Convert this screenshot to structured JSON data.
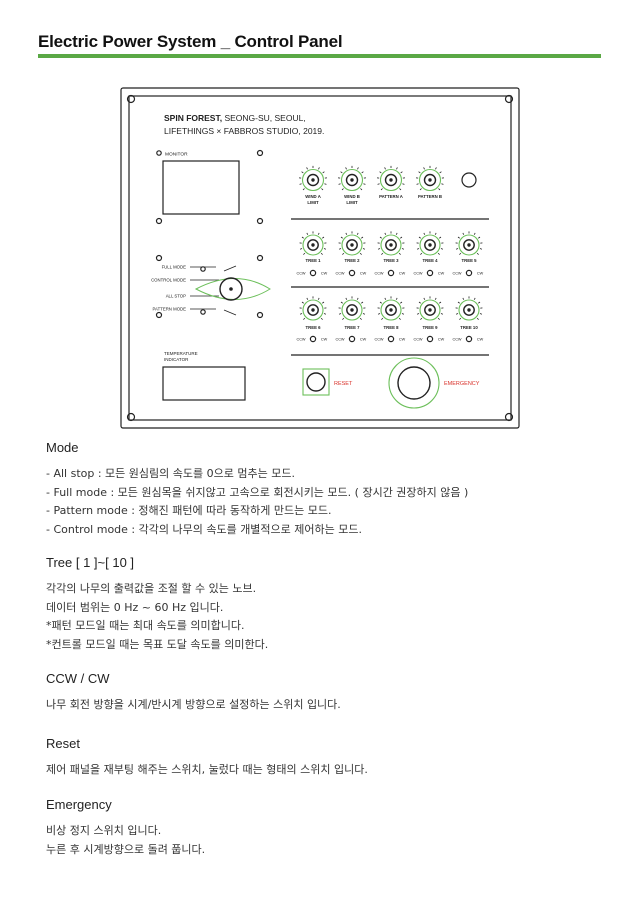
{
  "title": "Electric Power System _ Control Panel",
  "colors": {
    "accent": "#5aa845",
    "panel_green": "#6cbf5a",
    "emergency_red": "#d9322b"
  },
  "panel": {
    "brand_bold": "SPIN FOREST,",
    "brand_rest": " SEONG-SU,  SEOUL,",
    "brand_line2": "LIFETHINGS × FABBROS STUDIO,  2019.",
    "monitor_label": "MONITOR",
    "top_knobs": [
      "WIND A",
      "WIND B",
      "PATTERN A",
      "PATTERN B"
    ],
    "limit_label": "LIMIT",
    "tree_row1": [
      "TREE 1",
      "TREE 2",
      "TREE 3",
      "TREE 4",
      "TREE 5"
    ],
    "tree_row2": [
      "TREE 6",
      "TREE 7",
      "TREE 8",
      "TREE 9",
      "TREE 10"
    ],
    "ccw": "CCW",
    "cw": "CW",
    "modes": [
      "FULL MODE",
      "CONTROL MODE",
      "ALL STOP",
      "PATTERN MODE"
    ],
    "temp_line1": "TEMPERATURE",
    "temp_line2": "INDICATOR",
    "reset": "RESET",
    "emergency": "EMERGENCY"
  },
  "sections": [
    {
      "heading": "Mode",
      "lines": [
        "- All stop : 모든 원심림의 속도를 0으로 멈추는 모드.",
        "- Full mode : 모든 원심목을 쉬지않고 고속으로 회전시키는 모드. ( 장시간 권장하지 않음 )",
        "- Pattern mode : 정해진 패턴에 따라 동작하게 만드는 모드.",
        "- Control mode : 각각의 나무의 속도를 개별적으로 제어하는 모드."
      ]
    },
    {
      "heading": "Tree [ 1 ]~[ 10 ]",
      "lines": [
        "각각의 나무의 출력값을 조절 할 수 있는 노브.",
        "데이터 범위는 0 Hz ~ 60 Hz 입니다.",
        "*패턴 모드일 때는 최대 속도를 의미합니다.",
        "*컨트롤 모드일 때는 목표 도달 속도를 의미한다."
      ]
    },
    {
      "heading": "CCW / CW",
      "lines": [
        "나무 회전 방향을 시계/반시계 방향으로 설정하는 스위치 입니다."
      ]
    },
    {
      "heading": "Reset",
      "lines": [
        "제어 패널을 재부팅 해주는 스위치, 눌렀다 때는 형태의 스위치 입니다."
      ]
    },
    {
      "heading": "Emergency",
      "lines": [
        "비상 정지 스위치 입니다.",
        "누른 후 시계방향으로 돌려 풉니다."
      ]
    }
  ]
}
